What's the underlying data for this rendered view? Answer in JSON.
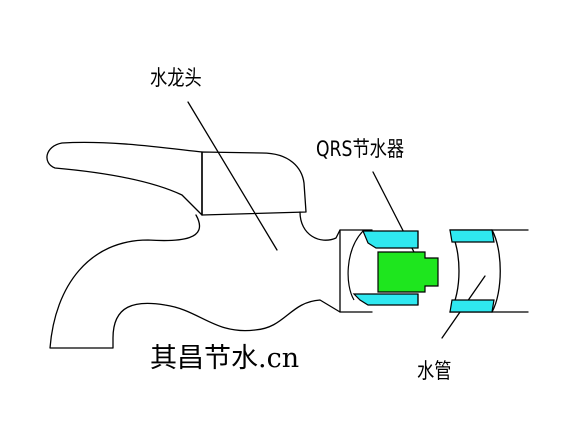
{
  "labels": {
    "faucet": "水龙头",
    "saver": "QRS节水器",
    "pipe": "水管"
  },
  "watermark": "其昌节水.cn",
  "colors": {
    "line": "#000000",
    "ring": "#2fe8f0",
    "core": "#1ee61e",
    "background": "#ffffff"
  }
}
